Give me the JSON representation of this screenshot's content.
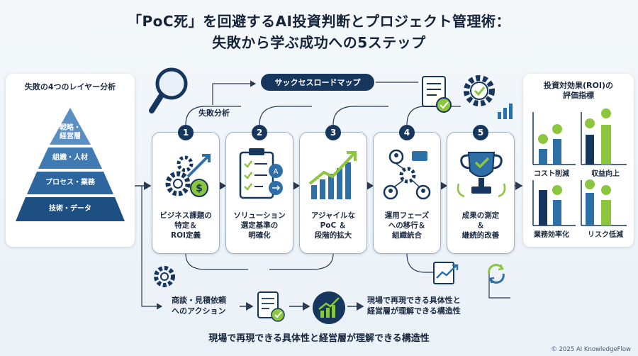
{
  "title": {
    "line1": "「PoC死」を回避するAI投資判断とプロジェクト管理術：",
    "line2": "失敗から学ぶ成功への5ステップ"
  },
  "left_panel": {
    "title": "失敗の4つのレイヤー分析",
    "layers": [
      "戦略・\n経営層",
      "組織・人材",
      "プロセス・業務",
      "技術・データ"
    ]
  },
  "roadmap_label": "サックセスロードマップ",
  "failure_label": "失敗分析",
  "steps": [
    {
      "num": "1",
      "label": "ビジネス課題の\n特定＆\nROI定義",
      "icon": "gears-dollar-icon"
    },
    {
      "num": "2",
      "label": "ソリューション\n選定基準の\n明確化",
      "icon": "checklist-clipboard-icon"
    },
    {
      "num": "3",
      "label": "アジャイルな\nPoC ＆\n段階的拡大",
      "icon": "growth-chart-icon"
    },
    {
      "num": "4",
      "label": "運用フェーズ\nへの移行＆\n組織統合",
      "icon": "team-network-icon"
    },
    {
      "num": "5",
      "label": "成果の測定\n＆\n継続的改善",
      "icon": "trophy-icon"
    }
  ],
  "right_panel": {
    "title_line1": "投資対効果(ROI)の",
    "title_line2": "評価指標",
    "metrics": [
      "コスト削減",
      "収益向上",
      "業務効率化",
      "リスク低減"
    ]
  },
  "bottom": {
    "action_label": "商談・見積依頼\nへのアクション",
    "result_label": "現場で再現できる具体性と\n経営層が理解できる構造性",
    "banner": "現場で再現できる具体性と経営層が理解できる構造性"
  },
  "footer": "© 2025 AI KnowledgeFlow",
  "colors": {
    "navy": "#17365d",
    "blue": "#2f6fa8",
    "green": "#8cc63f",
    "light_blue": "#5a8fc4"
  }
}
